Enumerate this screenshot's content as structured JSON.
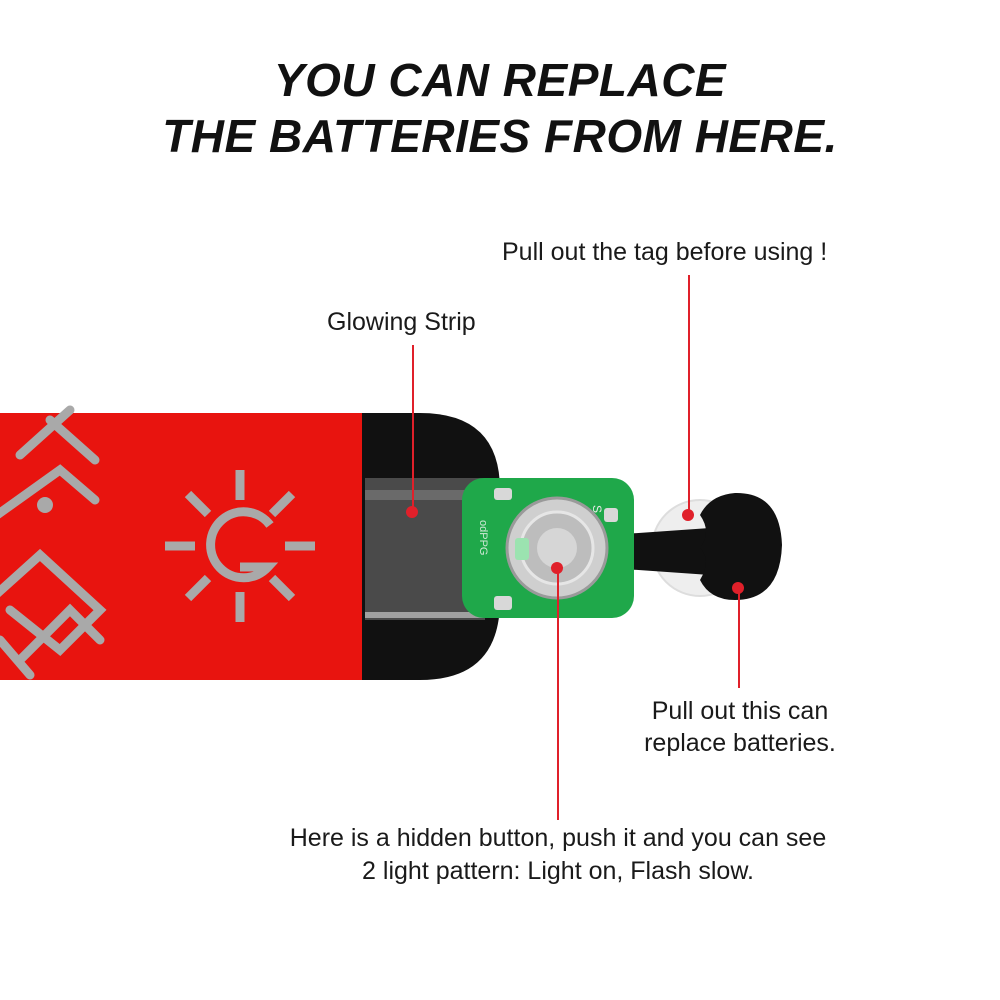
{
  "title": {
    "line1": "YOU CAN REPLACE",
    "line2": "THE BATTERIES FROM HERE."
  },
  "callouts": {
    "tag": "Pull out the tag before using !",
    "strip": "Glowing Strip",
    "pull_line1": "Pull out this can",
    "pull_line2": "replace batteries.",
    "button_line1": "Here is a hidden button, push it and you can see",
    "button_line2": "2 light pattern: Light on, Flash slow."
  },
  "board": {
    "pad_letter": "S",
    "silkscreen": "odPPG"
  },
  "colors": {
    "strip_red": "#e8140f",
    "pattern_gray": "#a9a9a9",
    "pcb_green": "#1fa84a",
    "callout_red": "#e0202a",
    "case_black": "#111111"
  }
}
